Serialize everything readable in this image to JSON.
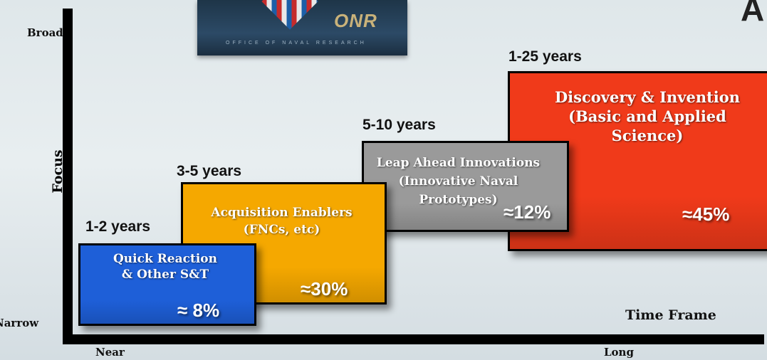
{
  "axis": {
    "y_top": "Broad",
    "y_bottom": "Narrow",
    "y_title": "Focus",
    "x_left": "Near",
    "x_right": "Long",
    "x_title": "Time Frame"
  },
  "banner": {
    "logo_text": "ONR",
    "subtitle": "OFFICE OF NAVAL RESEARCH"
  },
  "corner_letter": "A",
  "boxes": [
    {
      "years": "1-2 years",
      "line1": "Quick Reaction",
      "line2": "& Other S&T",
      "line3": "",
      "percent": "≈  8%",
      "color": "#1e5fd8"
    },
    {
      "years": "3-5 years",
      "line1": "Acquisition Enablers",
      "line2": "(FNCs, etc)",
      "line3": "",
      "percent": "≈30%",
      "color": "#f5a800"
    },
    {
      "years": "5-10 years",
      "line1": "Leap Ahead Innovations",
      "line2": "(Innovative Naval",
      "line3": "Prototypes)",
      "percent": "≈12%",
      "color": "#9a9a9a"
    },
    {
      "years": "1-25 years",
      "line1": "Discovery & Invention",
      "line2": "(Basic and Applied",
      "line3": "Science)",
      "percent": "≈45%",
      "color": "#f03a1a"
    }
  ]
}
